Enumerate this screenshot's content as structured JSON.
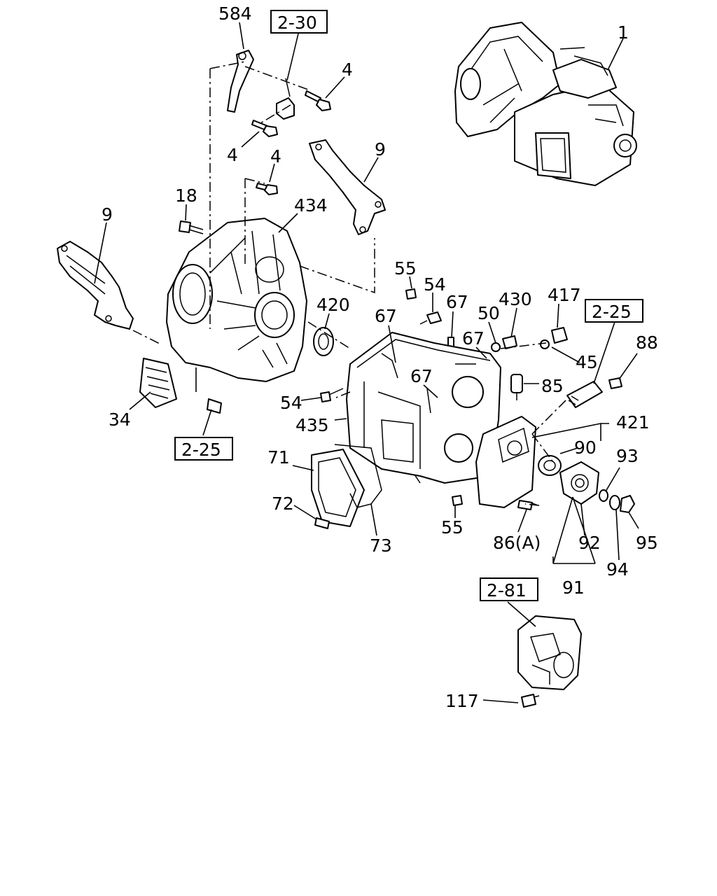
{
  "labels": {
    "p584": "584",
    "p4a": "4",
    "p4b": "4",
    "p4c": "4",
    "p1": "1",
    "p9a": "9",
    "p9b": "9",
    "p18": "18",
    "p434": "434",
    "p55a": "55",
    "p54a": "54",
    "p67a": "67",
    "p50": "50",
    "p430": "430",
    "p417": "417",
    "p420": "420",
    "p67b": "67",
    "p67c": "67",
    "p67d": "67",
    "p88": "88",
    "p45": "45",
    "p85": "85",
    "p54b": "54",
    "p34": "34",
    "p435": "435",
    "p421": "421",
    "p90": "90",
    "p71": "71",
    "p93": "93",
    "p72": "72",
    "p73": "73",
    "p55b": "55",
    "p86": "86(A)",
    "p92": "92",
    "p95": "95",
    "p94": "94",
    "p91": "91",
    "p117": "117"
  },
  "refs": {
    "r230": "2-30",
    "r225a": "2-25",
    "r225b": "2-25",
    "r281": "2-81"
  }
}
